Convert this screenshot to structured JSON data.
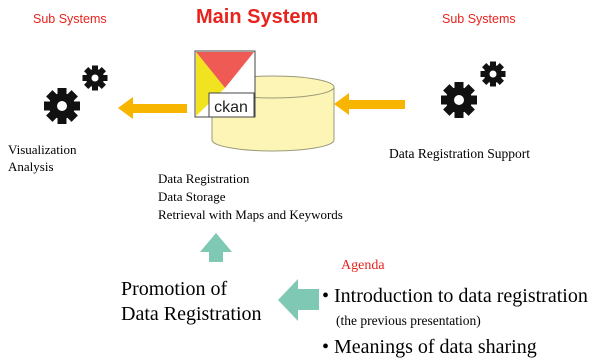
{
  "header": {
    "sub_systems_left": "Sub Systems",
    "main_system": "Main System",
    "sub_systems_right": "Sub Systems"
  },
  "subsystems": {
    "left_label": "Visualization\nAnalysis",
    "right_label": "Data Registration Support"
  },
  "main": {
    "logo_text": "ckan",
    "functions": "Data Registration\nData Storage\nRetrieval with Maps and Keywords"
  },
  "promotion": {
    "label": "Promotion of\nData Registration"
  },
  "agenda": {
    "heading": "Agenda",
    "items": [
      {
        "text": "• Introduction to data registration",
        "note": "(the previous presentation)"
      },
      {
        "text": "• Meanings of data sharing"
      }
    ]
  },
  "colors": {
    "red": "#e8231e",
    "arrow_orange": "#f7b500",
    "arrow_teal": "#7ec8b4",
    "cylinder_fill": "#fdf5b6",
    "logo_yellow": "#f2e321",
    "logo_red": "#f05a55"
  },
  "icons": [
    "gear-cluster-icon",
    "gear-cluster-icon",
    "ckan-logo",
    "database-cylinder-icon"
  ]
}
